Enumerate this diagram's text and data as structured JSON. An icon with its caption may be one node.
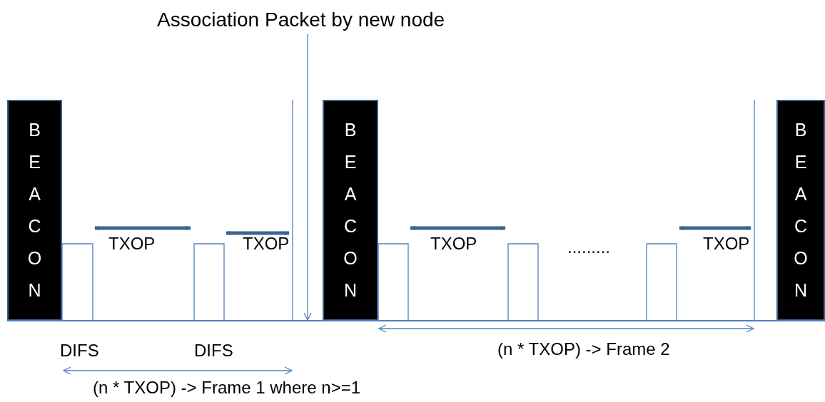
{
  "diagram": {
    "nodes": [
      {
        "text": [
          "BEACON"
        ]
      },
      {
        "text": [
          "BEACON"
        ]
      },
      {
        "text": [
          "BEACON"
        ]
      },
      {
        "text": [
          "Association Packet by new node"
        ]
      },
      {
        "text": [],
        "shape": "bar"
      }
    ],
    "edges": [
      {
        "from": 3,
        "to": 4,
        "arrow": "to"
      }
    ],
    "labels": [
      "TXOP",
      "TXOP",
      "TXOP",
      ".........",
      "TXOP",
      "DIFS",
      "DIFS",
      "(n * TXOP) -> Frame 2",
      "(n * TXOP) -> Frame 1 where n>=1"
    ]
  }
}
